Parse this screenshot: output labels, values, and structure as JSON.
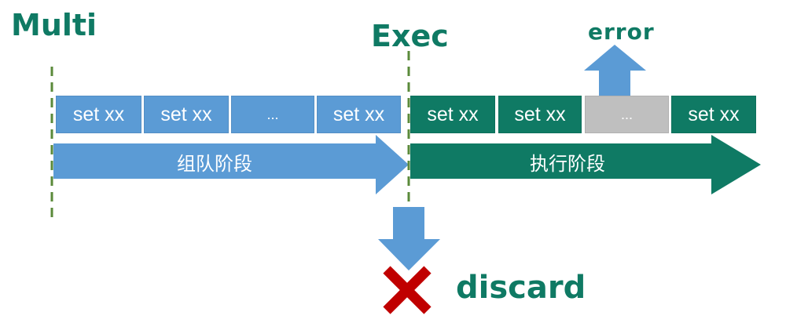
{
  "labels": {
    "multi": "Multi",
    "exec": "Exec",
    "error": "error",
    "discard": "discard"
  },
  "queue_phase": {
    "label": "组队阶段",
    "commands": [
      "set xx",
      "set xx",
      "...",
      "set xx"
    ]
  },
  "exec_phase": {
    "label": "执行阶段",
    "commands": [
      "set xx",
      "set xx",
      "...",
      "set xx"
    ]
  },
  "colors": {
    "green": "#0f7a64",
    "blue": "#5b9bd5",
    "gray": "#bfbfbf",
    "red": "#c00000",
    "dash": "#5a8a3a"
  }
}
